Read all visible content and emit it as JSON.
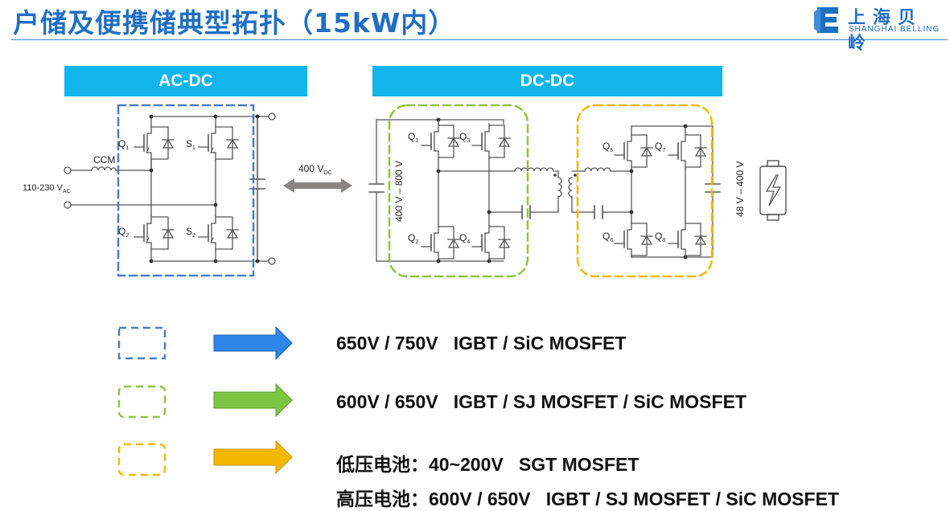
{
  "header": {
    "title": "户储及便携储典型拓扑（15kW内）",
    "logo_cn": "上海贝岭",
    "logo_en": "SHANGHAI BELLING"
  },
  "sections": {
    "acdc_label": "AC-DC",
    "dcdc_label": "DC-DC"
  },
  "circuit": {
    "ccm": "CCM",
    "input_voltage": "110-230 V",
    "input_voltage_sub": "AC",
    "bus_voltage": "400 V",
    "bus_voltage_sub": "DC",
    "hv_range": "400 V – 800 V",
    "battery_range": "48 V – 400 V",
    "q": "Q",
    "s": "S",
    "sub": [
      "1",
      "2",
      "3",
      "4",
      "5",
      "6",
      "7",
      "8"
    ]
  },
  "legend": [
    {
      "color": "#4a7fc7",
      "arrow_color": "#2d86e8",
      "text": "650V / 750V   IGBT / SiC MOSFET"
    },
    {
      "color": "#8cc63f",
      "arrow_color": "#7cc542",
      "text": "600V / 650V   IGBT / SJ MOSFET / SiC MOSFET"
    },
    {
      "color": "#f5b800",
      "arrow_color": "#f5b800",
      "text": "低压电池：40~200V   SGT MOSFET"
    }
  ],
  "legend_extra": "高压电池：600V / 650V   IGBT / SJ MOSFET / SiC MOSFET",
  "colors": {
    "title": "#1f6fc4",
    "band": "#11b5ec",
    "wire": "#555555",
    "bus_arrow": "#8a8585"
  }
}
